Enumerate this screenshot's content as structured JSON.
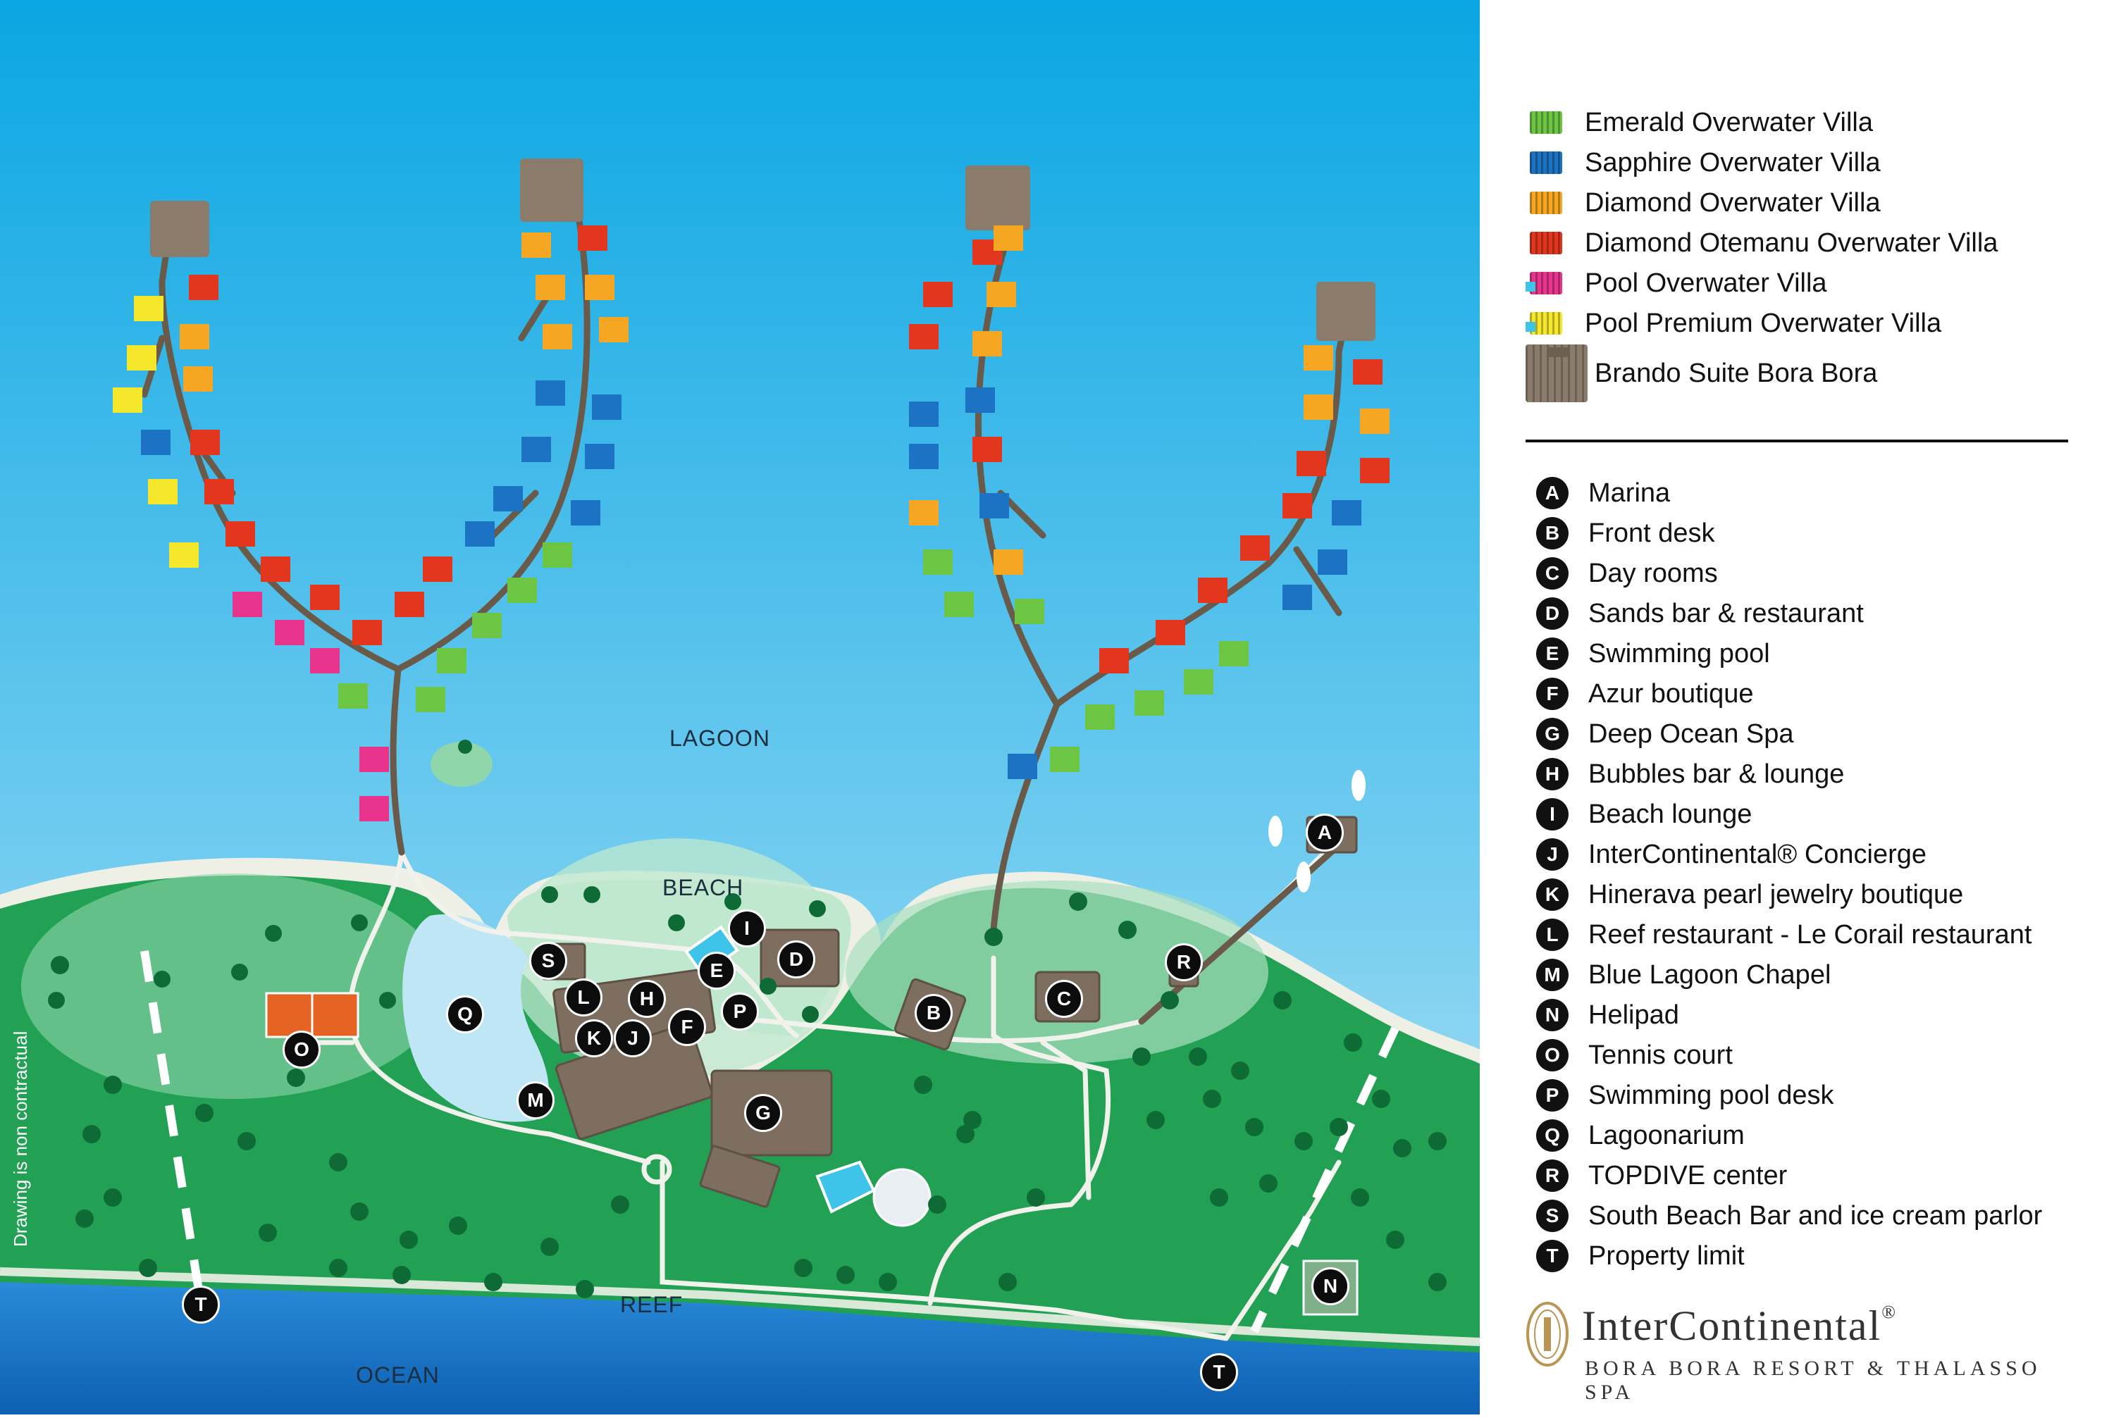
{
  "map": {
    "labels": {
      "lagoon": "LAGOON",
      "beach": "BEACH",
      "reef": "REEF",
      "ocean": "OCEAN",
      "note": "Drawing is non contractual"
    },
    "colors": {
      "sky_top": "#14a8df",
      "sky_bottom": "#9ad8f2",
      "sand": "#e9eadf",
      "land": "#21a057",
      "land_light": "#7fd0a0",
      "ocean": "#1576c8",
      "path": "#6a5a4a"
    }
  },
  "legend": {
    "villas": [
      {
        "label": "Emerald Overwater Villa",
        "color": "#6cc644",
        "deck": ""
      },
      {
        "label": "Sapphire Overwater Villa",
        "color": "#1c73c4",
        "deck": ""
      },
      {
        "label": "Diamond Overwater Villa",
        "color": "#f5a623",
        "deck": ""
      },
      {
        "label": "Diamond Otemanu Overwater Villa",
        "color": "#e3361f",
        "deck": ""
      },
      {
        "label": "Pool Overwater Villa",
        "color": "#e9348d",
        "deck": "#3ec4e8"
      },
      {
        "label": "Pool Premium Overwater Villa",
        "color": "#f5e82c",
        "deck": "#3ec4e8"
      }
    ],
    "brando": "Brando Suite Bora Bora",
    "points": [
      {
        "letter": "A",
        "label": "Marina"
      },
      {
        "letter": "B",
        "label": "Front desk"
      },
      {
        "letter": "C",
        "label": "Day rooms"
      },
      {
        "letter": "D",
        "label": "Sands bar & restaurant"
      },
      {
        "letter": "E",
        "label": "Swimming pool"
      },
      {
        "letter": "F",
        "label": "Azur boutique"
      },
      {
        "letter": "G",
        "label": "Deep Ocean Spa"
      },
      {
        "letter": "H",
        "label": "Bubbles bar & lounge"
      },
      {
        "letter": "I",
        "label": "Beach lounge"
      },
      {
        "letter": "J",
        "label": "InterContinental® Concierge"
      },
      {
        "letter": "K",
        "label": "Hinerava pearl jewelry boutique"
      },
      {
        "letter": "L",
        "label": "Reef restaurant - Le Corail restaurant"
      },
      {
        "letter": "M",
        "label": "Blue Lagoon Chapel"
      },
      {
        "letter": "N",
        "label": "Helipad"
      },
      {
        "letter": "O",
        "label": "Tennis court"
      },
      {
        "letter": "P",
        "label": "Swimming pool desk"
      },
      {
        "letter": "Q",
        "label": "Lagoonarium"
      },
      {
        "letter": "R",
        "label": "TOPDIVE center"
      },
      {
        "letter": "S",
        "label": "South Beach Bar and ice cream parlor"
      },
      {
        "letter": "T",
        "label": "Property limit"
      }
    ]
  },
  "brand": {
    "name": "InterContinental",
    "reg": "®",
    "subtitle": "BORA BORA RESORT & THALASSO SPA"
  }
}
